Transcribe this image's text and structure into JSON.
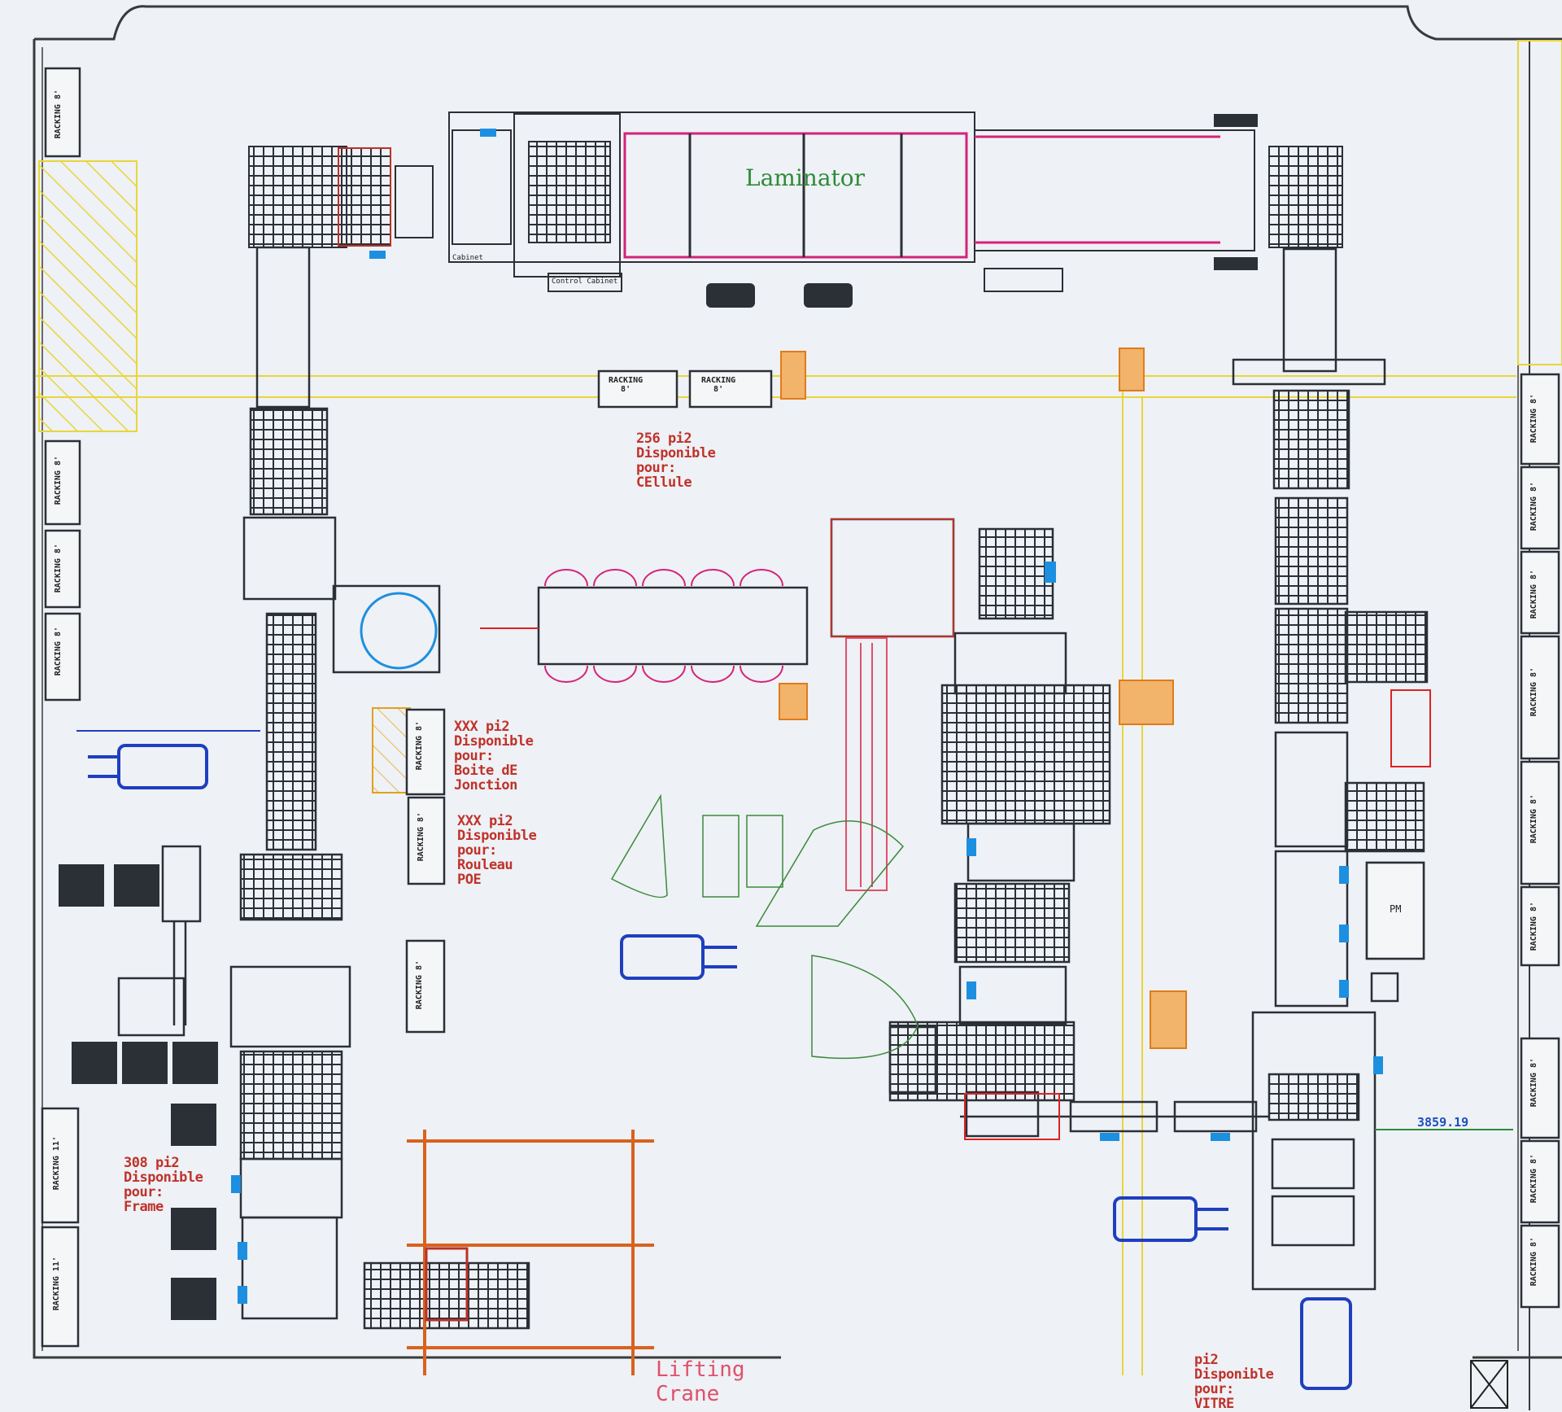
{
  "labels": {
    "laminator": "Laminator",
    "lifting_crane": "Lifting\nCrane",
    "dimension": "3859.19",
    "control_cabinet": "Control Cabinet",
    "cabinet": "Cabinet",
    "pm": "PM"
  },
  "notes": {
    "cellule": "256 pi2\nDisponible\npour:\nCEllule",
    "boite": "XXX pi2\nDisponible\npour:\nBoite dE\nJonction",
    "rouleau": "XXX pi2\nDisponible\npour:\nRouleau\nPOE",
    "frame": "308 pi2\nDisponible\npour:\nFrame",
    "vitre": "pi2\nDisponible\npour:\nVITRE"
  },
  "racking": {
    "label": "RACKING",
    "size": "8'",
    "size_11": "11'"
  },
  "colors": {
    "background": "#eef1f5",
    "wall": "#3a3a3a",
    "equipment": "#2b2f36",
    "laminator": "#d4237a",
    "aisle": "#e8d63a",
    "crane": "#d9621e",
    "forklift": "#1e3fbf",
    "notes": "#c0322b",
    "blue_tag": "#1d8fe0",
    "orange_zone": "#e07b1a"
  },
  "icons": [
    "forklift-icon",
    "operator-icon",
    "racking-icon",
    "door-icon"
  ]
}
